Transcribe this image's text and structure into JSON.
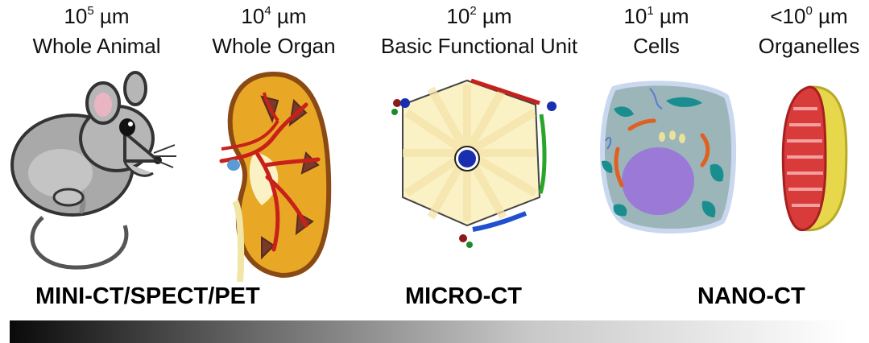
{
  "scales": [
    {
      "base": "10",
      "exp": "5",
      "unit": "µm",
      "label": "Whole Animal"
    },
    {
      "base": "10",
      "exp": "4",
      "unit": "µm",
      "label": "Whole Organ"
    },
    {
      "base": "10",
      "exp": "2",
      "unit": "µm",
      "label": "Basic Functional Unit"
    },
    {
      "base": "10",
      "exp": "1",
      "unit": "µm",
      "label": "Cells"
    },
    {
      "base": "<10",
      "exp": "0",
      "unit": "µm",
      "label": "Organelles"
    }
  ],
  "techniques": [
    "MINI-CT/SPECT/PET",
    "MICRO-CT",
    "NANO-CT"
  ],
  "colors": {
    "mouse": "#a9a9a9",
    "kidney_cortex": "#e8a826",
    "kidney_capsule": "#8b4a14",
    "vessel_red": "#c8201a",
    "lobule_fill": "#faf1c4",
    "nucleus": "#9a7ad6",
    "mitochondrion": "#d93a3a",
    "mito_outer": "#e6d84a"
  }
}
